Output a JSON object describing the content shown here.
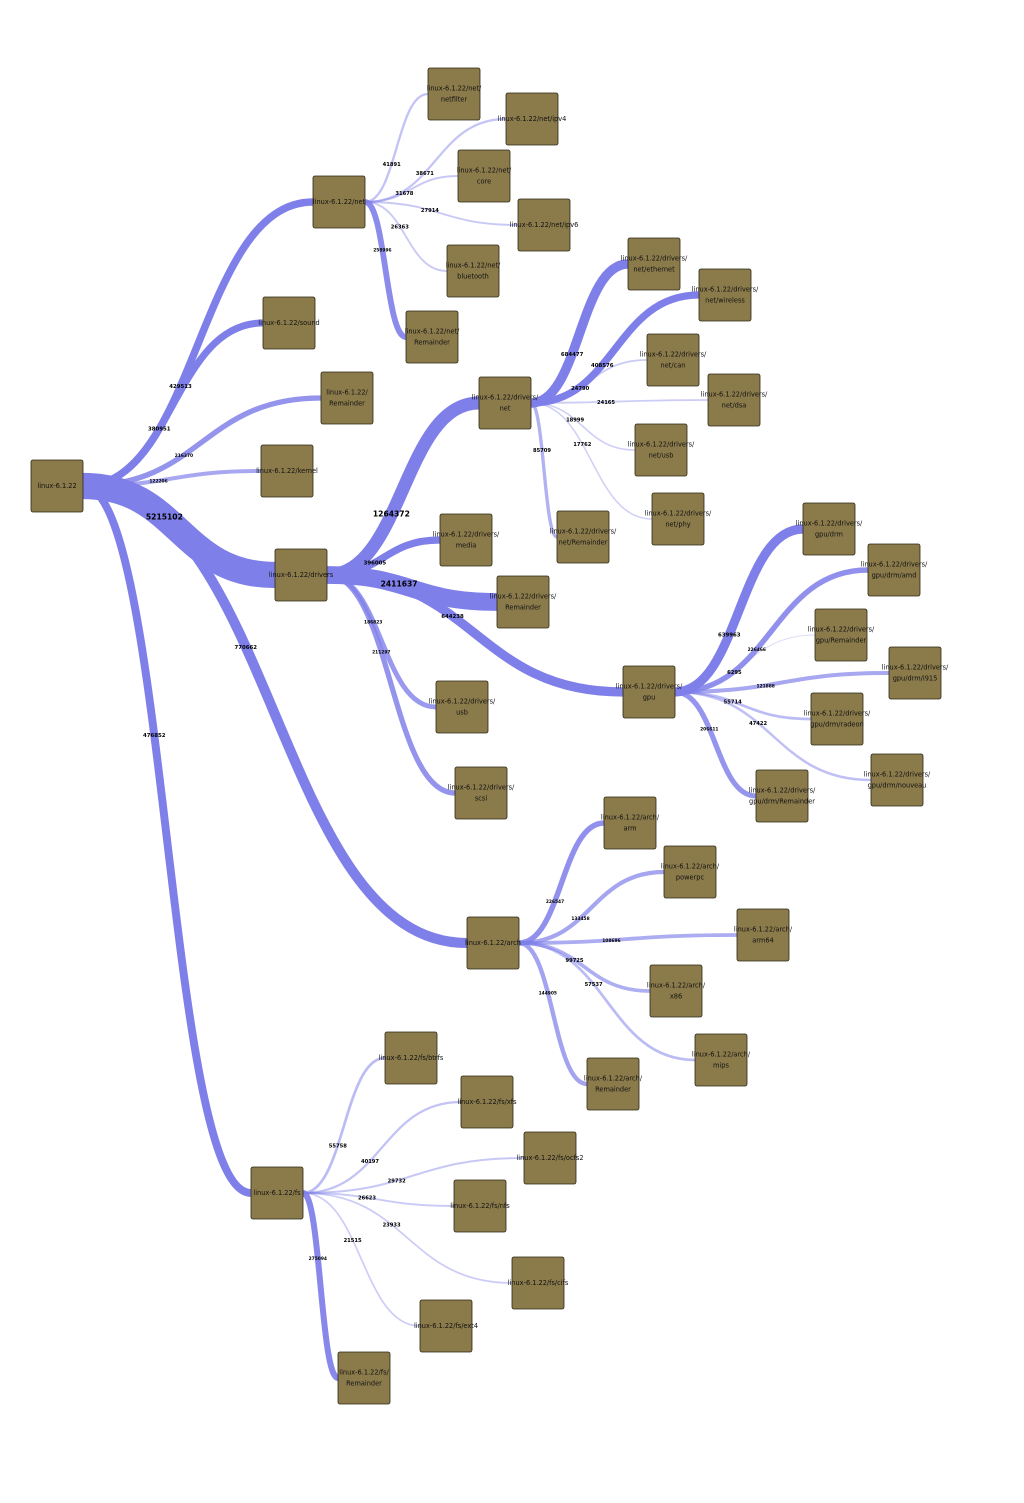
{
  "colors": {
    "edge": "#7f7fea",
    "node_fill": "#8b7b4b",
    "node_stroke": "#2b2715"
  },
  "nodes": [
    {
      "id": "root",
      "lines": [
        "linux-6.1.22"
      ]
    },
    {
      "id": "net",
      "lines": [
        "linux-6.1.22/net"
      ]
    },
    {
      "id": "sound",
      "lines": [
        "linux-6.1.22/sound"
      ]
    },
    {
      "id": "rem",
      "lines": [
        "linux-6.1.22/",
        "Remainder"
      ]
    },
    {
      "id": "kernel",
      "lines": [
        "linux-6.1.22/kernel"
      ]
    },
    {
      "id": "drivers",
      "lines": [
        "linux-6.1.22/drivers"
      ]
    },
    {
      "id": "arch",
      "lines": [
        "linux-6.1.22/arch"
      ]
    },
    {
      "id": "fs",
      "lines": [
        "linux-6.1.22/fs"
      ]
    },
    {
      "id": "net_netfilter",
      "lines": [
        "linux-6.1.22/net/",
        "netfilter"
      ]
    },
    {
      "id": "net_ipv4",
      "lines": [
        "linux-6.1.22/net/ipv4"
      ]
    },
    {
      "id": "net_core",
      "lines": [
        "linux-6.1.22/net/",
        "core"
      ]
    },
    {
      "id": "net_ipv6",
      "lines": [
        "linux-6.1.22/net/ipv6"
      ]
    },
    {
      "id": "net_bluetooth",
      "lines": [
        "linux-6.1.22/net/",
        "bluetooth"
      ]
    },
    {
      "id": "net_rem",
      "lines": [
        "linux-6.1.22/net/",
        "Remainder"
      ]
    },
    {
      "id": "drv_net",
      "lines": [
        "linux-6.1.22/drivers/",
        "net"
      ]
    },
    {
      "id": "drv_media",
      "lines": [
        "linux-6.1.22/drivers/",
        "media"
      ]
    },
    {
      "id": "drv_rem",
      "lines": [
        "linux-6.1.22/drivers/",
        "Remainder"
      ]
    },
    {
      "id": "drv_gpu",
      "lines": [
        "linux-6.1.22/drivers/",
        "gpu"
      ]
    },
    {
      "id": "drv_usb",
      "lines": [
        "linux-6.1.22/drivers/",
        "usb"
      ]
    },
    {
      "id": "drv_scsi",
      "lines": [
        "linux-6.1.22/drivers/",
        "scsi"
      ]
    },
    {
      "id": "dn_ethernet",
      "lines": [
        "linux-6.1.22/drivers/",
        "net/ethernet"
      ]
    },
    {
      "id": "dn_wireless",
      "lines": [
        "linux-6.1.22/drivers/",
        "net/wireless"
      ]
    },
    {
      "id": "dn_can",
      "lines": [
        "linux-6.1.22/drivers/",
        "net/can"
      ]
    },
    {
      "id": "dn_dsa",
      "lines": [
        "linux-6.1.22/drivers/",
        "net/dsa"
      ]
    },
    {
      "id": "dn_usb",
      "lines": [
        "linux-6.1.22/drivers/",
        "net/usb"
      ]
    },
    {
      "id": "dn_phy",
      "lines": [
        "linux-6.1.22/drivers/",
        "net/phy"
      ]
    },
    {
      "id": "dn_rem",
      "lines": [
        "linux-6.1.22/drivers/",
        "net/Remainder"
      ]
    },
    {
      "id": "dg_drm",
      "lines": [
        "linux-6.1.22/drivers/",
        "gpu/drm"
      ]
    },
    {
      "id": "dg_amd",
      "lines": [
        "linux-6.1.22/drivers/",
        "gpu/drm/amd"
      ]
    },
    {
      "id": "dg_rem",
      "lines": [
        "linux-6.1.22/drivers/",
        "gpu/Remainder"
      ]
    },
    {
      "id": "dg_i915",
      "lines": [
        "linux-6.1.22/drivers/",
        "gpu/drm/i915"
      ]
    },
    {
      "id": "dg_radeon",
      "lines": [
        "linux-6.1.22/drivers/",
        "gpu/drm/radeon"
      ]
    },
    {
      "id": "dg_drmrem",
      "lines": [
        "linux-6.1.22/drivers/",
        "gpu/drm/Remainder"
      ]
    },
    {
      "id": "dg_nouveau",
      "lines": [
        "linux-6.1.22/drivers/",
        "gpu/drm/nouveau"
      ]
    },
    {
      "id": "arch_arm",
      "lines": [
        "linux-6.1.22/arch/",
        "arm"
      ]
    },
    {
      "id": "arch_powerpc",
      "lines": [
        "linux-6.1.22/arch/",
        "powerpc"
      ]
    },
    {
      "id": "arch_arm64",
      "lines": [
        "linux-6.1.22/arch/",
        "arm64"
      ]
    },
    {
      "id": "arch_x86",
      "lines": [
        "linux-6.1.22/arch/",
        "x86"
      ]
    },
    {
      "id": "arch_mips",
      "lines": [
        "linux-6.1.22/arch/",
        "mips"
      ]
    },
    {
      "id": "arch_rem",
      "lines": [
        "linux-6.1.22/arch/",
        "Remainder"
      ]
    },
    {
      "id": "fs_btrfs",
      "lines": [
        "linux-6.1.22/fs/btrfs"
      ]
    },
    {
      "id": "fs_xfs",
      "lines": [
        "linux-6.1.22/fs/xfs"
      ]
    },
    {
      "id": "fs_ocfs2",
      "lines": [
        "linux-6.1.22/fs/ocfs2"
      ]
    },
    {
      "id": "fs_nfs",
      "lines": [
        "linux-6.1.22/fs/nfs"
      ]
    },
    {
      "id": "fs_cifs",
      "lines": [
        "linux-6.1.22/fs/cifs"
      ]
    },
    {
      "id": "fs_ext4",
      "lines": [
        "linux-6.1.22/fs/ext4"
      ]
    },
    {
      "id": "fs_rem",
      "lines": [
        "linux-6.1.22/fs/",
        "Remainder"
      ]
    }
  ],
  "edges": [
    {
      "from": "root",
      "to": "drivers",
      "value": 5215102,
      "label": "5215102"
    },
    {
      "from": "root",
      "to": "arch",
      "value": 770662,
      "label": "770662"
    },
    {
      "from": "root",
      "to": "fs",
      "value": 476852,
      "label": "476852"
    },
    {
      "from": "root",
      "to": "net",
      "value": 429513,
      "label": "429513"
    },
    {
      "from": "root",
      "to": "sound",
      "value": 380951,
      "label": "380951"
    },
    {
      "from": "root",
      "to": "rem",
      "value": 216370,
      "label": "216370"
    },
    {
      "from": "root",
      "to": "kernel",
      "value": 122206,
      "label": "122206"
    },
    {
      "from": "net",
      "to": "net_netfilter",
      "value": 41891,
      "label": "41891"
    },
    {
      "from": "net",
      "to": "net_ipv4",
      "value": 38671,
      "label": "38671"
    },
    {
      "from": "net",
      "to": "net_core",
      "value": 31678,
      "label": "31678"
    },
    {
      "from": "net",
      "to": "net_ipv6",
      "value": 27914,
      "label": "27914"
    },
    {
      "from": "net",
      "to": "net_bluetooth",
      "value": 26363,
      "label": "26363"
    },
    {
      "from": "net",
      "to": "net_rem",
      "value": 258996,
      "label": "258996"
    },
    {
      "from": "drivers",
      "to": "drv_net",
      "value": 1264372,
      "label": "1264372"
    },
    {
      "from": "drivers",
      "to": "drv_media",
      "value": 396005,
      "label": "396005"
    },
    {
      "from": "drivers",
      "to": "drv_rem",
      "value": 2411637,
      "label": "2411637"
    },
    {
      "from": "drivers",
      "to": "drv_gpu",
      "value": 644238,
      "label": "644238"
    },
    {
      "from": "drivers",
      "to": "drv_usb",
      "value": 186823,
      "label": "186823"
    },
    {
      "from": "drivers",
      "to": "drv_scsi",
      "value": 211297,
      "label": "211297"
    },
    {
      "from": "drv_net",
      "to": "dn_ethernet",
      "value": 684477,
      "label": "684477"
    },
    {
      "from": "drv_net",
      "to": "dn_wireless",
      "value": 408576,
      "label": "408576"
    },
    {
      "from": "drv_net",
      "to": "dn_can",
      "value": 24790,
      "label": "24790"
    },
    {
      "from": "drv_net",
      "to": "dn_dsa",
      "value": 24165,
      "label": "24165"
    },
    {
      "from": "drv_net",
      "to": "dn_usb",
      "value": 18999,
      "label": "18999"
    },
    {
      "from": "drv_net",
      "to": "dn_phy",
      "value": 17762,
      "label": "17762"
    },
    {
      "from": "drv_net",
      "to": "dn_rem",
      "value": 85709,
      "label": "85709"
    },
    {
      "from": "drv_gpu",
      "to": "dg_drm",
      "value": 639963,
      "label": "639963"
    },
    {
      "from": "drv_gpu",
      "to": "dg_amd",
      "value": 226466,
      "label": "226466"
    },
    {
      "from": "drv_gpu",
      "to": "dg_rem",
      "value": 6295,
      "label": "6295"
    },
    {
      "from": "drv_gpu",
      "to": "dg_i915",
      "value": 121888,
      "label": "121888"
    },
    {
      "from": "drv_gpu",
      "to": "dg_radeon",
      "value": 55714,
      "label": "55714"
    },
    {
      "from": "drv_gpu",
      "to": "dg_nouveau",
      "value": 47422,
      "label": "47422"
    },
    {
      "from": "drv_gpu",
      "to": "dg_drmrem",
      "value": 206611,
      "label": "206611"
    },
    {
      "from": "arch",
      "to": "arch_arm",
      "value": 226547,
      "label": "226547"
    },
    {
      "from": "arch",
      "to": "arch_powerpc",
      "value": 133458,
      "label": "133458"
    },
    {
      "from": "arch",
      "to": "arch_arm64",
      "value": 108696,
      "label": "108696"
    },
    {
      "from": "arch",
      "to": "arch_x86",
      "value": 99725,
      "label": "99725"
    },
    {
      "from": "arch",
      "to": "arch_mips",
      "value": 57537,
      "label": "57537"
    },
    {
      "from": "arch",
      "to": "arch_rem",
      "value": 144905,
      "label": "144905"
    },
    {
      "from": "fs",
      "to": "fs_btrfs",
      "value": 55758,
      "label": "55758"
    },
    {
      "from": "fs",
      "to": "fs_xfs",
      "value": 40197,
      "label": "40197"
    },
    {
      "from": "fs",
      "to": "fs_ocfs2",
      "value": 29732,
      "label": "29732"
    },
    {
      "from": "fs",
      "to": "fs_nfs",
      "value": 26623,
      "label": "26623"
    },
    {
      "from": "fs",
      "to": "fs_cifs",
      "value": 23933,
      "label": "23933"
    },
    {
      "from": "fs",
      "to": "fs_ext4",
      "value": 21515,
      "label": "21515"
    },
    {
      "from": "fs",
      "to": "fs_rem",
      "value": 275094,
      "label": "275094"
    }
  ]
}
